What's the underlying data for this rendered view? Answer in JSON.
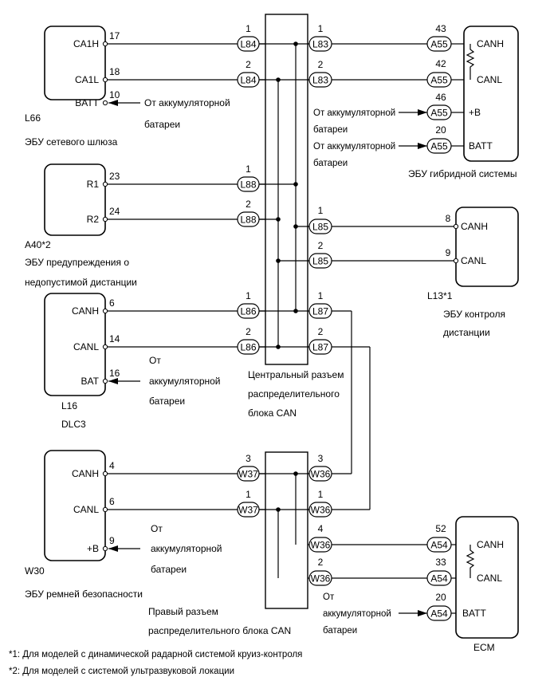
{
  "ecu_l66": {
    "code": "L66",
    "name": "ЭБУ сетевого шлюза",
    "pins": [
      {
        "label": "CA1H",
        "num": "17"
      },
      {
        "label": "CA1L",
        "num": "18"
      },
      {
        "label": "BATT",
        "num": "10"
      }
    ],
    "battery_line1": "От аккумуляторной",
    "battery_line2": "батареи"
  },
  "ecu_a40": {
    "code": "A40*2",
    "name_line1": "ЭБУ предупреждения о",
    "name_line2": "недопустимой дистанции",
    "pins": [
      {
        "label": "R1",
        "num": "23"
      },
      {
        "label": "R2",
        "num": "24"
      }
    ]
  },
  "ecu_l16": {
    "code": "L16",
    "name": "DLC3",
    "pins": [
      {
        "label": "CANH",
        "num": "6"
      },
      {
        "label": "CANL",
        "num": "14"
      },
      {
        "label": "BAT",
        "num": "16"
      }
    ],
    "battery_line1": "От",
    "battery_line2": "аккумуляторной",
    "battery_line3": "батареи"
  },
  "ecu_w30": {
    "code": "W30",
    "name": "ЭБУ ремней безопасности",
    "pins": [
      {
        "label": "CANH",
        "num": "4"
      },
      {
        "label": "CANL",
        "num": "6"
      },
      {
        "label": "+B",
        "num": "9"
      }
    ],
    "battery_line1": "От",
    "battery_line2": "аккумуляторной",
    "battery_line3": "батареи"
  },
  "ecu_hybrid": {
    "name": "ЭБУ гибридной системы",
    "connector": "A55",
    "pins": [
      {
        "label": "CANH",
        "num": "43"
      },
      {
        "label": "CANL",
        "num": "42"
      },
      {
        "label": "+B",
        "num": "46"
      },
      {
        "label": "BATT",
        "num": "20"
      }
    ],
    "battery_line1": "От аккумуляторной",
    "battery_line2": "батареи"
  },
  "ecu_l13": {
    "code": "L13*1",
    "name_line1": "ЭБУ контроля",
    "name_line2": "дистанции",
    "pins": [
      {
        "label": "CANH",
        "num": "8"
      },
      {
        "label": "CANL",
        "num": "9"
      }
    ]
  },
  "ecu_ecm": {
    "name": "ECM",
    "connector": "A54",
    "pins": [
      {
        "label": "CANH",
        "num": "52"
      },
      {
        "label": "CANL",
        "num": "33"
      },
      {
        "label": "BATT",
        "num": "20"
      }
    ],
    "battery_line1": "От",
    "battery_line2": "аккумуляторной",
    "battery_line3": "батареи"
  },
  "central_block": {
    "line1": "Центральный разъем",
    "line2": "распределительного",
    "line3": "блока CAN",
    "left_connectors": [
      {
        "code": "L84",
        "num": "1"
      },
      {
        "code": "L84",
        "num": "2"
      },
      {
        "code": "L88",
        "num": "1"
      },
      {
        "code": "L88",
        "num": "2"
      },
      {
        "code": "L86",
        "num": "1"
      },
      {
        "code": "L86",
        "num": "2"
      }
    ],
    "right_connectors": [
      {
        "code": "L83",
        "num": "1"
      },
      {
        "code": "L83",
        "num": "2"
      },
      {
        "code": "L85",
        "num": "1"
      },
      {
        "code": "L85",
        "num": "2"
      },
      {
        "code": "L87",
        "num": "1"
      },
      {
        "code": "L87",
        "num": "2"
      }
    ]
  },
  "right_block": {
    "line1": "Правый разъем",
    "line2": "распределительного блока CAN",
    "left_connectors": [
      {
        "code": "W37",
        "num": "3"
      },
      {
        "code": "W37",
        "num": "1"
      }
    ],
    "right_connectors": [
      {
        "code": "W36",
        "num": "3"
      },
      {
        "code": "W36",
        "num": "1"
      },
      {
        "code": "W36",
        "num": "4"
      },
      {
        "code": "W36",
        "num": "2"
      }
    ]
  },
  "footnotes": {
    "note1": "*1: Для моделей с динамической радарной системой круиз-контроля",
    "note2": "*2: Для моделей с системой ультразвуковой локации"
  }
}
